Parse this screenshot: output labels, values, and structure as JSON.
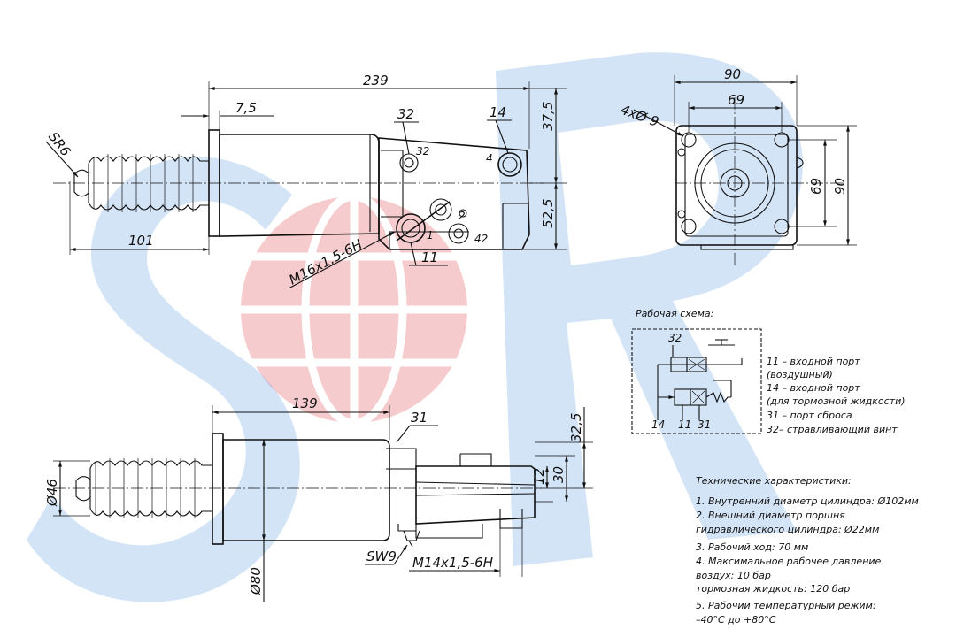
{
  "watermark": {
    "letters": [
      "S",
      "R"
    ],
    "blue": "#1e73d8",
    "red": "#e8333a"
  },
  "top_view": {
    "overall_length": "239",
    "flange_thickness": "7,5",
    "boot_length": "101",
    "boot_radius": "SR6",
    "height_top": "37,5",
    "height_bottom": "52,5",
    "port_14": "14",
    "port_32": "32",
    "port_32_small": "32",
    "port_4": "4",
    "port_1": "1",
    "port_2": "2",
    "port_42": "42",
    "port_11": "11",
    "thread": "M16x1,5-6H"
  },
  "end_view": {
    "width_outer": "90",
    "width_inner": "69",
    "height_inner": "69",
    "height_outer": "90",
    "holes": "4xØ 9"
  },
  "bottom_view": {
    "length": "139",
    "port_31": "31",
    "diam_boot": "Ø46",
    "diam_body": "Ø80",
    "height_325": "32,5",
    "height_30": "30",
    "height_12": "12",
    "wrench": "SW9",
    "thread": "M14x1,5-6H"
  },
  "scheme": {
    "title": "Рабочая схема:",
    "label_32": "32",
    "label_14": "14",
    "label_11": "11",
    "label_31": "31",
    "legend": [
      "11 – входной порт",
      "(воздушный)",
      "14 – входной порт",
      "(для тормозной жидкости)",
      "31 – порт сброса",
      "32– стравливающий винт"
    ]
  },
  "specs": {
    "title": "Технические характеристики:",
    "lines": [
      "1. Внутренний диаметр цилиндра: Ø102мм",
      "2. Внешний диаметр поршня",
      "гидравлического цилиндра: Ø22мм",
      "3. Рабочий ход: 70 мм",
      "4. Максимальное рабочее давление",
      "   воздух: 10 бар",
      "   тормозная жидкость: 120 бар",
      "5. Рабочий температурный режим:",
      "–40°С до +80°С"
    ]
  }
}
